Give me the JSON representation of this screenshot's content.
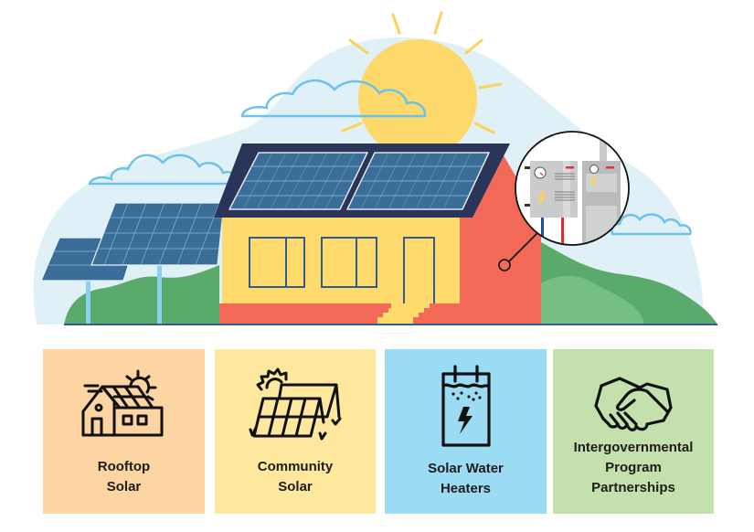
{
  "illustration": {
    "title": "Solar energy house illustration",
    "colors": {
      "sky_blob": "#dff0f6",
      "sun": "#fdd96b",
      "sun_rays": "#fdd15a",
      "cloud_outline": "#6cc2ea",
      "house_wall": "#fedb6c",
      "house_side": "#f26a57",
      "roof": "#2a3559",
      "solar_panel": "#3a6e98",
      "window_frame": "#2d5e8f",
      "hill_dark": "#5aaa6b",
      "hill_light": "#76bf84",
      "ground_line": "#2f5f8a",
      "pole": "#8cd0ef",
      "callout_line": "#111111"
    },
    "callout": {
      "label": "water-heater-detail",
      "items": [
        "electric water heater",
        "storage tank water heater"
      ]
    }
  },
  "cards": [
    {
      "id": "rooftop-solar",
      "line1": "Rooftop",
      "line2": "Solar",
      "line3": "",
      "color": "#fdd5a2",
      "icon": "house-solar-icon"
    },
    {
      "id": "community-solar",
      "line1": "Community",
      "line2": "Solar",
      "line3": "",
      "color": "#fee89e",
      "icon": "solar-panels-icon"
    },
    {
      "id": "solar-water-heaters",
      "line1": "Solar Water",
      "line2": "Heaters",
      "line3": "",
      "color": "#9bdcf4",
      "icon": "water-heater-icon"
    },
    {
      "id": "intergovernmental-program-partnerships",
      "line1": "Intergovernmental",
      "line2": "Program",
      "line3": "Partnerships",
      "color": "#c4e0ac",
      "icon": "handshake-icon"
    }
  ]
}
